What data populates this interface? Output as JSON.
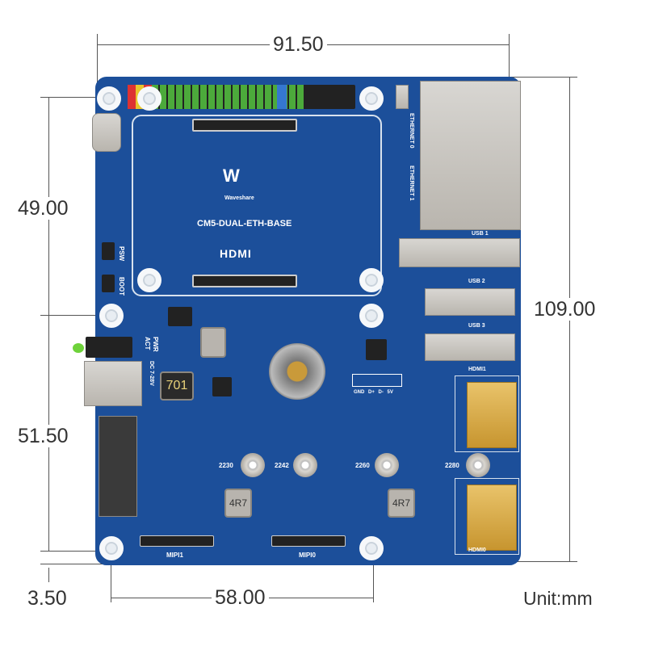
{
  "dimensions": {
    "width_top": "91.50",
    "height_right": "109.00",
    "left_upper": "49.00",
    "left_lower": "51.50",
    "bottom_offset": "3.50",
    "bottom_holes": "58.00",
    "unit": "Unit:mm"
  },
  "board": {
    "brand": "Waveshare",
    "model": "CM5-DUAL-ETH-BASE",
    "hdmi_logo": "HDMI",
    "ethernet0": "ETHERNET 0",
    "ethernet1": "ETHERNET 1",
    "usb1": "USB 1",
    "usb2": "USB 2",
    "usb3": "USB 3",
    "hdmi1": "HDMI1",
    "hdmi0": "HDMI0",
    "psw": "PSW",
    "boot": "BOOT",
    "act": "ACT",
    "pwr": "PWR",
    "dc": "DC 7-28V",
    "inductor_main": "701",
    "usb_header": [
      "GND",
      "D+",
      "D-",
      "5V"
    ],
    "m2_sizes": [
      "2230",
      "2242",
      "2260",
      "2280"
    ],
    "inductor_small": "4R7",
    "mipi1": "MIPI1",
    "mipi0": "MIPI0"
  },
  "colors": {
    "pcb": "#1c4f9a",
    "gold": "#d4a646",
    "dimension_line": "#555555"
  }
}
